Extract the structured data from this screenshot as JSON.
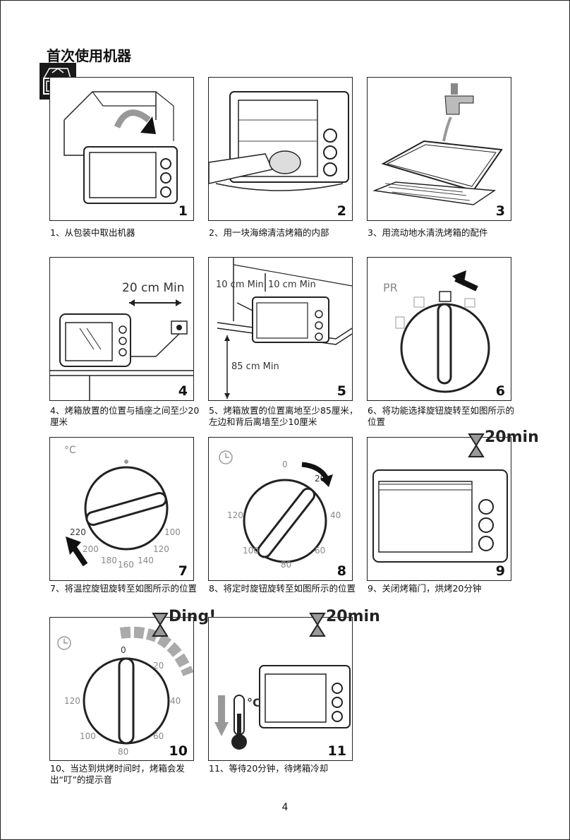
{
  "page": {
    "title": "首次使用机器",
    "page_number": "4"
  },
  "steps": [
    {
      "number": "1",
      "caption": "1、从包装中取出机器"
    },
    {
      "number": "2",
      "caption": "2、用一块海绵清洁烤箱的内部"
    },
    {
      "number": "3",
      "caption": "3、用流动地水清洗烤箱的配件"
    },
    {
      "number": "4",
      "caption": "4、烤箱放置的位置与插座之间至少20厘米",
      "labels": {
        "distance": "20 cm Min"
      }
    },
    {
      "number": "5",
      "caption": "5、烤箱放置的位置离地至少85厘米，左边和背后离墙至少10厘米",
      "labels": {
        "side": "10 cm Min",
        "back": "10 cm Min",
        "floor": "85 cm Min"
      }
    },
    {
      "number": "6",
      "caption": "6、将功能选择旋钮旋转至如图所示的位置",
      "labels": {
        "mode": "PR"
      }
    },
    {
      "number": "7",
      "caption": "7、将温控旋钮旋转至如图所示的位置",
      "labels": {
        "unit": "°C",
        "t220": "220",
        "t200": "200",
        "t180": "180",
        "t160": "160",
        "t140": "140",
        "t120": "120",
        "t100": "100"
      }
    },
    {
      "number": "8",
      "caption": "8、将定时旋钮旋转至如图所示的位置",
      "labels": {
        "m0": "0",
        "m20": "20",
        "m40": "40",
        "m60": "60",
        "m80": "80",
        "m100": "100",
        "m120": "120"
      }
    },
    {
      "number": "9",
      "caption": "9、关闭烤箱门，烘烤20分钟",
      "overlay": "20min"
    },
    {
      "number": "10",
      "caption": "10、当达到烘烤时间时，烤箱会发出“叮”的提示音",
      "overlay": "Ding!",
      "labels": {
        "m0": "0",
        "m20": "20",
        "m40": "40",
        "m60": "60",
        "m80": "80",
        "m100": "100",
        "m120": "120"
      }
    },
    {
      "number": "11",
      "caption": "11、等待20分钟，待烤箱冷却",
      "overlay": "20min",
      "labels": {
        "unit": "°C"
      }
    }
  ],
  "icons": [
    "unboxing-icon",
    "hourglass-icon",
    "thermometer-icon",
    "clock-icon",
    "faucet-icon",
    "sponge-icon"
  ]
}
